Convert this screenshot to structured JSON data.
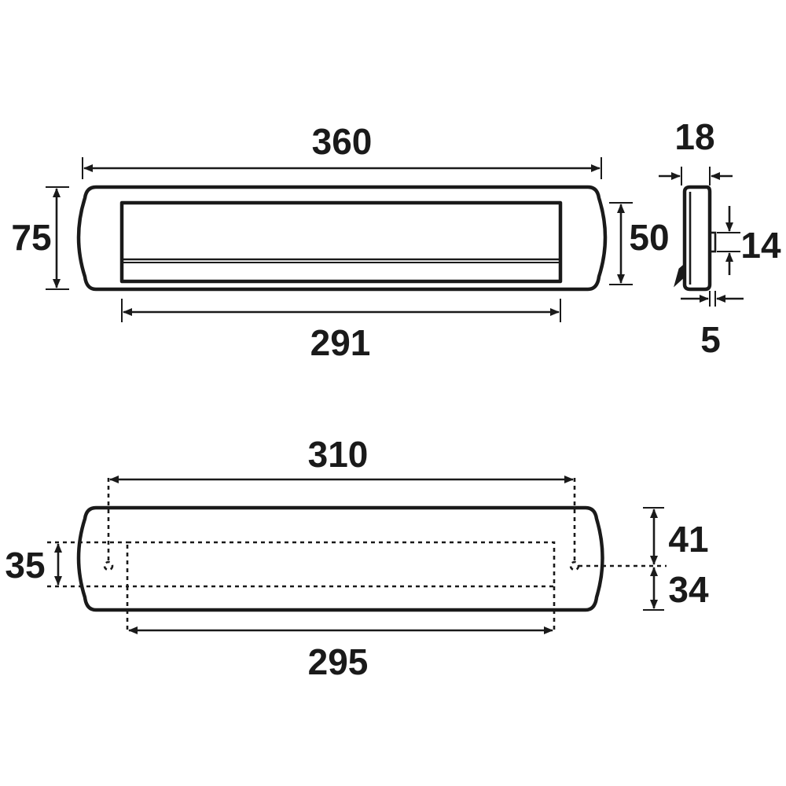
{
  "front_view": {
    "overall_width": "360",
    "overall_height": "75",
    "aperture_width": "291",
    "aperture_height": "50"
  },
  "side_view": {
    "depth": "18",
    "flap_height": "14",
    "flap_depth": "5"
  },
  "rear_view": {
    "fixing_centres": "310",
    "cutout_width": "295",
    "cutout_height": "35",
    "top_to_fixing": "41",
    "fixing_to_bottom": "34"
  },
  "colors": {
    "line": "#1a1a1a",
    "background": "#ffffff"
  }
}
